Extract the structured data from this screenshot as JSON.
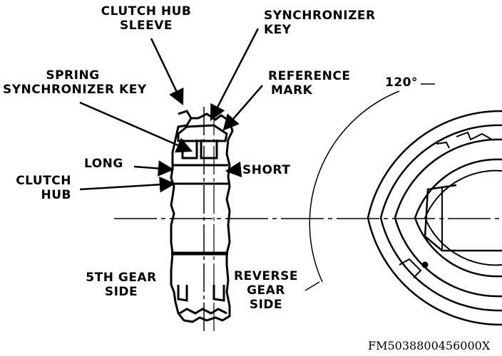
{
  "labels": {
    "clutch_hub_sleeve": [
      "CLUTCH HUB",
      "SLEEVE"
    ],
    "synchronizer_key": [
      "SYNCHRONIZER",
      "KEY"
    ],
    "spring_synchronizer_key": [
      "SPRING",
      "SYNCHRONIZER KEY"
    ],
    "reference_mark": [
      "REFERENCE",
      "MARK"
    ],
    "long": "LONG",
    "short": "SHORT",
    "clutch_hub": [
      "CLUTCH",
      "HUB"
    ],
    "fifth_gear_side": [
      "5TH GEAR",
      "SIDE"
    ],
    "reverse_gear_side": [
      "REVERSE",
      "GEAR",
      "SIDE"
    ],
    "angle": "120°"
  },
  "figure_id": "FM5038800456000X"
}
